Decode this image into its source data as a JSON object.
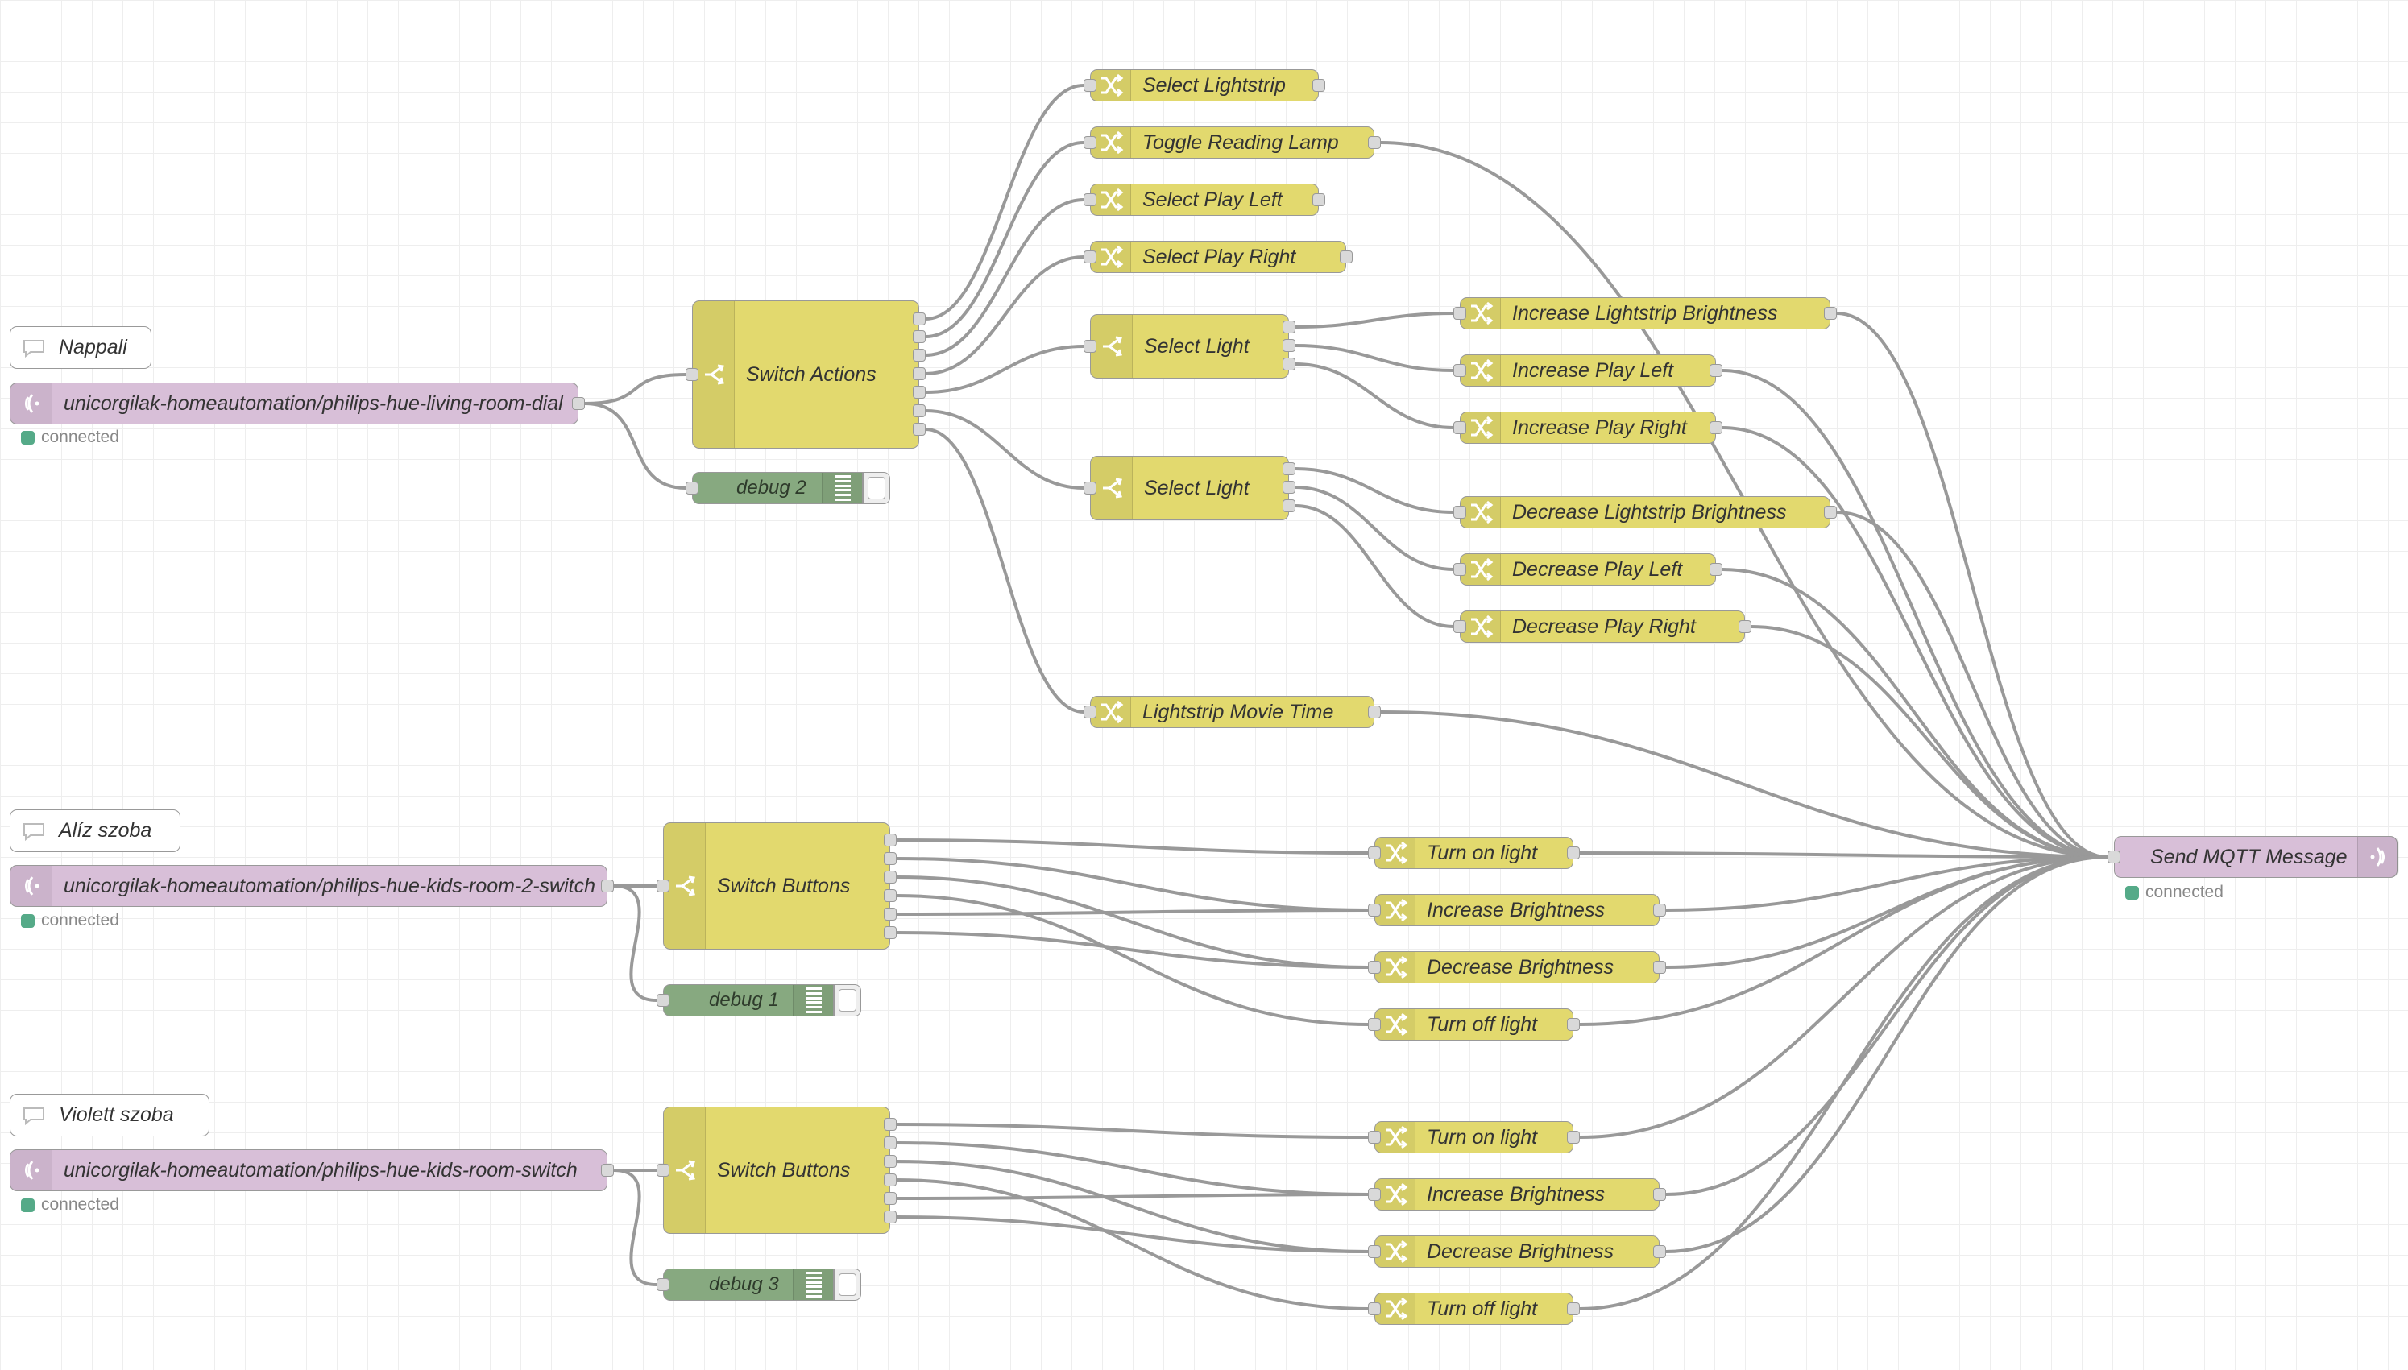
{
  "comments": {
    "nappali": "Nappali",
    "aliz": "Alíz szoba",
    "violett": "Violett szoba"
  },
  "mqtt_in": {
    "living_room": "unicorgilak-homeautomation/philips-hue-living-room-dial",
    "kids2": "unicorgilak-homeautomation/philips-hue-kids-room-2-switch",
    "kids": "unicorgilak-homeautomation/philips-hue-kids-room-switch"
  },
  "status_connected": "connected",
  "switches": {
    "actions": "Switch Actions",
    "buttons_aliz": "Switch Buttons",
    "buttons_violett": "Switch Buttons",
    "select_light_1": "Select Light",
    "select_light_2": "Select Light"
  },
  "debug": {
    "d2": "debug 2",
    "d1": "debug 1",
    "d3": "debug 3"
  },
  "changes": {
    "select_lightstrip": "Select Lightstrip",
    "toggle_reading_lamp": "Toggle Reading Lamp",
    "select_play_left": "Select Play Left",
    "select_play_right": "Select Play Right",
    "inc_lightstrip": "Increase Lightstrip Brightness",
    "inc_play_left": "Increase Play Left",
    "inc_play_right": "Increase Play Right",
    "dec_lightstrip": "Decrease Lightstrip Brightness",
    "dec_play_left": "Decrease Play Left",
    "dec_play_right": "Decrease Play Right",
    "movie_time": "Lightstrip Movie Time",
    "a_turn_on": "Turn on light",
    "a_inc": "Increase Brightness",
    "a_dec": "Decrease Brightness",
    "a_turn_off": "Turn off light",
    "v_turn_on": "Turn on light",
    "v_inc": "Increase Brightness",
    "v_dec": "Decrease Brightness",
    "v_turn_off": "Turn off light"
  },
  "mqtt_out": {
    "send": "Send MQTT Message"
  },
  "colors": {
    "function": "#e2d96e",
    "mqtt": "#d8bfd8",
    "debug": "#87a980",
    "wire": "#999999",
    "status_ok": "#55aa88"
  }
}
